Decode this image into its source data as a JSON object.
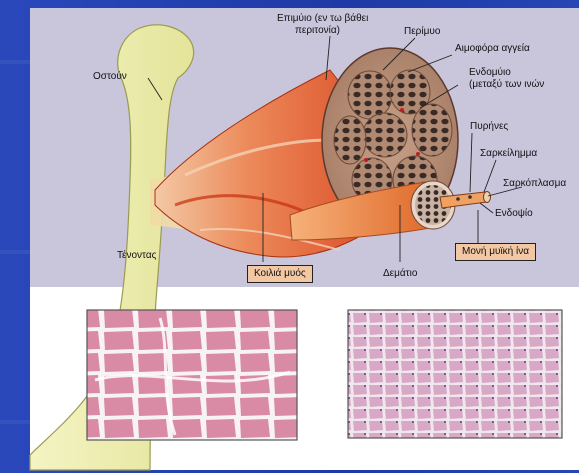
{
  "labels": {
    "epimysium": "Επιμύιο (εν τω βάθει",
    "epimysium_2": "περιτονία)",
    "perimysium": "Περίμυο",
    "blood_vessels": "Αιμοφόρα αγγεία",
    "endomysium": "Ενδομύιο",
    "endomysium_2": "(μεταξύ των ινών",
    "bone": "Οστούν",
    "nuclei": "Πυρήνες",
    "sarcolemma": "Σαρκείλημμα",
    "sarcoplasm": "Σαρκόπλασμα",
    "endosteum": "Ενδοψίο",
    "tendon": "Τένοντας",
    "fascicle": "Δεμάτιο",
    "muscle_belly": "Κοιλιά μυός",
    "single_fiber": "Μονή μυϊκή ίνα"
  },
  "colors": {
    "slide_blue": "#2344b2",
    "panel_lavender": "#c9c6dc",
    "bone": "#eeeeb0",
    "muscle_red": "#e0451e",
    "tissue_pink": "#d98aa5",
    "box_fill": "#f2c7a3"
  }
}
